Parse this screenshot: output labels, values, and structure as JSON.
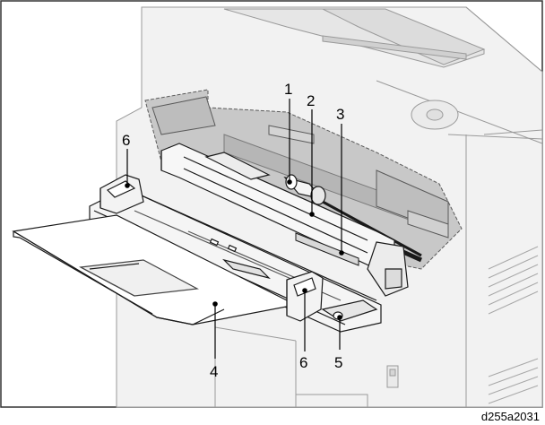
{
  "figure": {
    "id_label": "d255a2031",
    "callouts": [
      {
        "key": "c1",
        "label": "1"
      },
      {
        "key": "c2",
        "label": "2"
      },
      {
        "key": "c3",
        "label": "3"
      },
      {
        "key": "c4",
        "label": "4"
      },
      {
        "key": "c5",
        "label": "5"
      },
      {
        "key": "c6a",
        "label": "6"
      },
      {
        "key": "c6b",
        "label": "6"
      }
    ]
  },
  "colors": {
    "frame": "#333333",
    "body_fill": "#f2f2f2",
    "body_stroke": "#9a9a9a",
    "unit_fill": "#c8c8c8",
    "part_fill": "#ffffff",
    "dark": "#1a1a1a"
  }
}
